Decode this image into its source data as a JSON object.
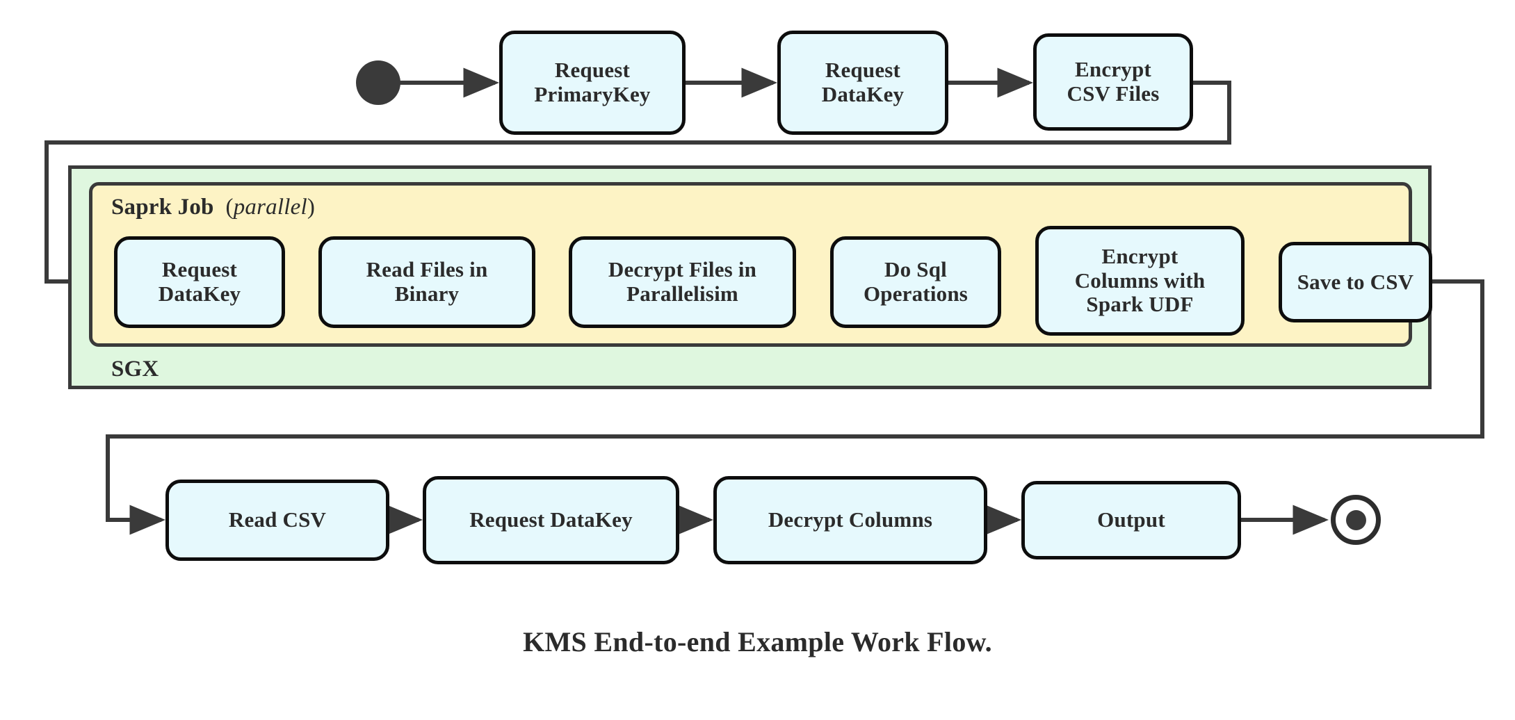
{
  "diagram": {
    "caption": "KMS End-to-end Example Work Flow.",
    "colors": {
      "node_fill": "#E6F9FD",
      "node_border": "#0D0D0D",
      "sgx_fill": "#DFF7DF",
      "spark_fill": "#FDF3C5",
      "region_border": "#3A3A3A",
      "edge": "#3A3A3A",
      "text": "#2B2B2B"
    },
    "regions": [
      {
        "id": "sgx",
        "label": "SGX"
      },
      {
        "id": "spark",
        "label": "Saprk Job",
        "annotation": "parallel",
        "annotation_open": "(",
        "annotation_close": ")"
      }
    ],
    "start_node": {
      "name": "start"
    },
    "end_node": {
      "name": "end"
    },
    "rows": [
      {
        "id": "top-row",
        "nodes": [
          {
            "id": "request-primarykey",
            "lines": [
              "Request",
              "PrimaryKey"
            ]
          },
          {
            "id": "request-datakey-top",
            "lines": [
              "Request",
              "DataKey"
            ]
          },
          {
            "id": "encrypt-csv-files",
            "lines": [
              "Encrypt",
              "CSV Files"
            ]
          }
        ]
      },
      {
        "id": "spark-row",
        "nodes": [
          {
            "id": "request-datakey-spark",
            "lines": [
              "Request",
              "DataKey"
            ]
          },
          {
            "id": "read-files-in-binary",
            "lines": [
              "Read Files in",
              "Binary"
            ]
          },
          {
            "id": "decrypt-files-in-parallelisim",
            "lines": [
              "Decrypt Files in",
              "Parallelisim"
            ]
          },
          {
            "id": "do-sql-operations",
            "lines": [
              "Do Sql",
              "Operations"
            ]
          },
          {
            "id": "encrypt-columns-with-spark-udf",
            "lines": [
              "Encrypt",
              "Columns with",
              "Spark UDF"
            ]
          },
          {
            "id": "save-to-csv",
            "lines": [
              "Save to CSV"
            ]
          }
        ]
      },
      {
        "id": "bottom-row",
        "nodes": [
          {
            "id": "read-csv",
            "lines": [
              "Read CSV"
            ]
          },
          {
            "id": "request-datakey-bottom",
            "lines": [
              "Request DataKey"
            ]
          },
          {
            "id": "decrypt-columns",
            "lines": [
              "Decrypt Columns"
            ]
          },
          {
            "id": "output",
            "lines": [
              "Output"
            ]
          }
        ]
      }
    ],
    "edges": [
      {
        "from": "start",
        "to": "request-primarykey",
        "kind": "straight"
      },
      {
        "from": "request-primarykey",
        "to": "request-datakey-top",
        "kind": "straight"
      },
      {
        "from": "request-datakey-top",
        "to": "encrypt-csv-files",
        "kind": "straight"
      },
      {
        "from": "encrypt-csv-files",
        "to": "request-datakey-spark",
        "kind": "orthogonal-wrap-left"
      },
      {
        "from": "request-datakey-spark",
        "to": "read-files-in-binary",
        "kind": "straight"
      },
      {
        "from": "read-files-in-binary",
        "to": "decrypt-files-in-parallelisim",
        "kind": "straight"
      },
      {
        "from": "decrypt-files-in-parallelisim",
        "to": "do-sql-operations",
        "kind": "straight"
      },
      {
        "from": "do-sql-operations",
        "to": "encrypt-columns-with-spark-udf",
        "kind": "straight"
      },
      {
        "from": "encrypt-columns-with-spark-udf",
        "to": "save-to-csv",
        "kind": "straight"
      },
      {
        "from": "save-to-csv",
        "to": "read-csv",
        "kind": "orthogonal-wrap-right"
      },
      {
        "from": "read-csv",
        "to": "request-datakey-bottom",
        "kind": "straight"
      },
      {
        "from": "request-datakey-bottom",
        "to": "decrypt-columns",
        "kind": "straight"
      },
      {
        "from": "decrypt-columns",
        "to": "output",
        "kind": "straight"
      },
      {
        "from": "output",
        "to": "end",
        "kind": "straight"
      }
    ]
  }
}
